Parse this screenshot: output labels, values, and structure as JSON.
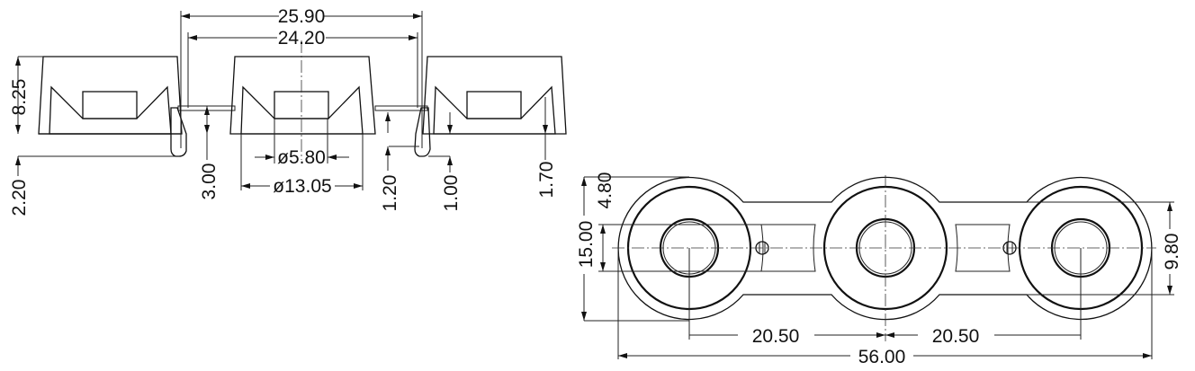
{
  "section_view": {
    "dimensions": {
      "overall_width": "25.90",
      "inner_width": "24.20",
      "height": "8.25",
      "flange_drop": "2.20",
      "web_height": "3.00",
      "inner_diameter": "ø5.80",
      "outer_diameter": "ø13.05",
      "web_thickness": "1.20",
      "flange_thickness": "1.00",
      "recess_depth": "1.70"
    }
  },
  "plan_view": {
    "dimensions": {
      "overall_height": "15.00",
      "slot_width": "4.80",
      "bar_width": "9.80",
      "pitch_left": "20.50",
      "pitch_right": "20.50",
      "overall_length": "56.00"
    }
  },
  "colors": {
    "line": "#111111",
    "background": "#ffffff"
  }
}
